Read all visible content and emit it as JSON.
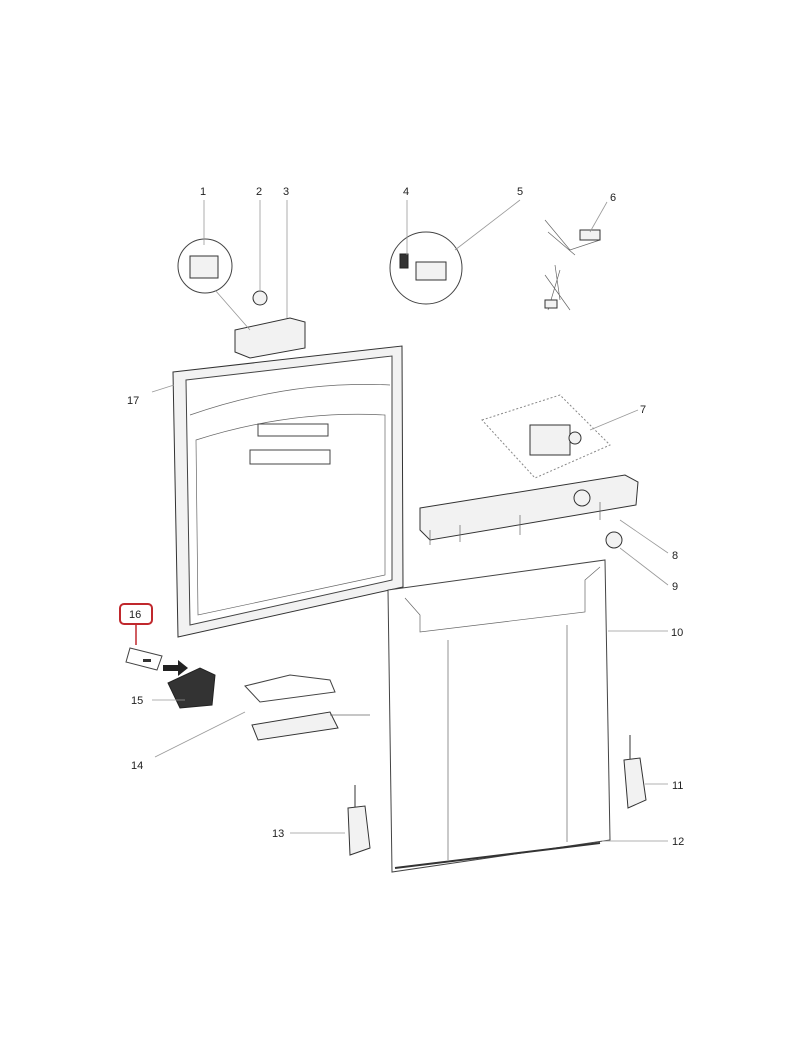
{
  "diagram": {
    "title": "Door assembly exploded parts view",
    "highlight_color": "#c0282d",
    "highlighted_part": "16",
    "parts": [
      {
        "id": "p1",
        "label": "1"
      },
      {
        "id": "p2",
        "label": "2"
      },
      {
        "id": "p3",
        "label": "3"
      },
      {
        "id": "p4",
        "label": "4"
      },
      {
        "id": "p5",
        "label": "5"
      },
      {
        "id": "p6",
        "label": "6"
      },
      {
        "id": "p7",
        "label": "7"
      },
      {
        "id": "p8",
        "label": "8"
      },
      {
        "id": "p9",
        "label": "9"
      },
      {
        "id": "p10",
        "label": "10"
      },
      {
        "id": "p11",
        "label": "11"
      },
      {
        "id": "p12",
        "label": "12"
      },
      {
        "id": "p13",
        "label": "13"
      },
      {
        "id": "p14",
        "label": "14"
      },
      {
        "id": "p15",
        "label": "15"
      },
      {
        "id": "p16",
        "label": "16"
      },
      {
        "id": "p17",
        "label": "17"
      }
    ]
  }
}
